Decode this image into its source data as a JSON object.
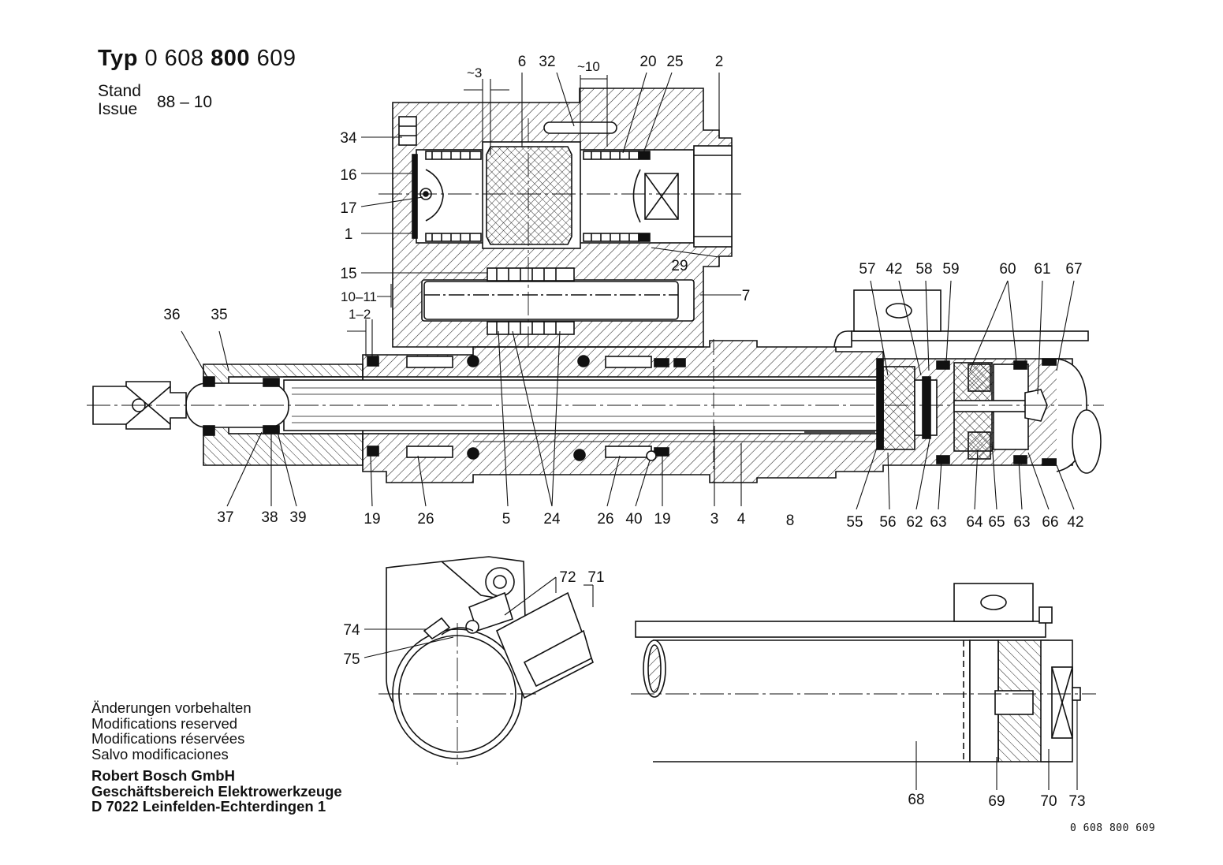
{
  "header": {
    "typ": "Typ",
    "num_a": "0 608",
    "num_b": "800",
    "num_c": "609",
    "stand_label": "Stand",
    "issue_label": "Issue",
    "issue_value": "88 – 10"
  },
  "notes": [
    "Änderungen vorbehalten",
    "Modifications reserved",
    "Modifications réservées",
    "Salvo modificaciones"
  ],
  "company": [
    "Robert Bosch GmbH",
    "Geschäftsbereich Elektrowerkzeuge",
    "D 7022 Leinfelden-Echterdingen 1"
  ],
  "doc_number": "0  608  800  609",
  "dimensions": {
    "d3": "~3",
    "d10": "~10",
    "d10_11": "10–11",
    "d1_2": "1–2"
  },
  "callouts": [
    {
      "id": "c6",
      "text": "6"
    },
    {
      "id": "c32",
      "text": "32"
    },
    {
      "id": "c20",
      "text": "20"
    },
    {
      "id": "c25",
      "text": "25"
    },
    {
      "id": "c2",
      "text": "2"
    },
    {
      "id": "c34",
      "text": "34"
    },
    {
      "id": "c16",
      "text": "16"
    },
    {
      "id": "c17",
      "text": "17"
    },
    {
      "id": "c1",
      "text": "1"
    },
    {
      "id": "c29",
      "text": "29"
    },
    {
      "id": "c15",
      "text": "15"
    },
    {
      "id": "c7",
      "text": "7"
    },
    {
      "id": "c36",
      "text": "36"
    },
    {
      "id": "c35",
      "text": "35"
    },
    {
      "id": "c57",
      "text": "57"
    },
    {
      "id": "c42a",
      "text": "42"
    },
    {
      "id": "c58",
      "text": "58"
    },
    {
      "id": "c59",
      "text": "59"
    },
    {
      "id": "c60",
      "text": "60"
    },
    {
      "id": "c61",
      "text": "61"
    },
    {
      "id": "c67",
      "text": "67"
    },
    {
      "id": "c37",
      "text": "37"
    },
    {
      "id": "c38",
      "text": "38"
    },
    {
      "id": "c39",
      "text": "39"
    },
    {
      "id": "c19a",
      "text": "19"
    },
    {
      "id": "c26a",
      "text": "26"
    },
    {
      "id": "c5",
      "text": "5"
    },
    {
      "id": "c24",
      "text": "24"
    },
    {
      "id": "c26b",
      "text": "26"
    },
    {
      "id": "c40",
      "text": "40"
    },
    {
      "id": "c19b",
      "text": "19"
    },
    {
      "id": "c3",
      "text": "3"
    },
    {
      "id": "c4",
      "text": "4"
    },
    {
      "id": "c8",
      "text": "8"
    },
    {
      "id": "c55",
      "text": "55"
    },
    {
      "id": "c56",
      "text": "56"
    },
    {
      "id": "c62",
      "text": "62"
    },
    {
      "id": "c63a",
      "text": "63"
    },
    {
      "id": "c64",
      "text": "64"
    },
    {
      "id": "c65",
      "text": "65"
    },
    {
      "id": "c63b",
      "text": "63"
    },
    {
      "id": "c66",
      "text": "66"
    },
    {
      "id": "c42b",
      "text": "42"
    },
    {
      "id": "c72",
      "text": "72"
    },
    {
      "id": "c71",
      "text": "71"
    },
    {
      "id": "c74",
      "text": "74"
    },
    {
      "id": "c75",
      "text": "75"
    },
    {
      "id": "c68",
      "text": "68"
    },
    {
      "id": "c69",
      "text": "69"
    },
    {
      "id": "c70",
      "text": "70"
    },
    {
      "id": "c73",
      "text": "73"
    }
  ]
}
